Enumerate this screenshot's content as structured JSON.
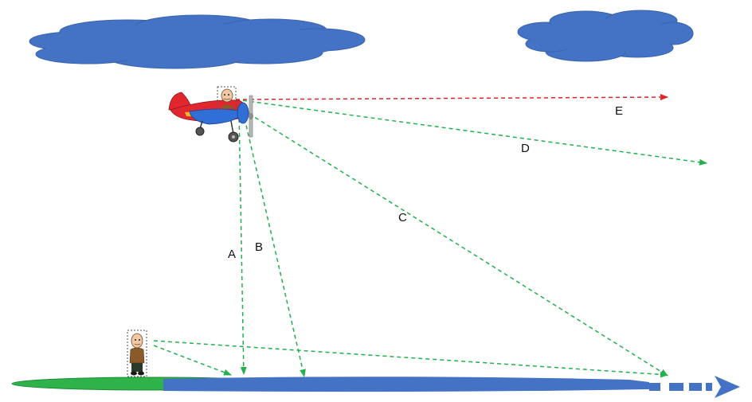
{
  "labels": {
    "a": "A",
    "b": "B",
    "c": "C",
    "d": "D",
    "e": "E"
  },
  "colors": {
    "background": "#ffffff",
    "cloud": "#4472c4",
    "ground_green": "#2db34a",
    "ground_blue": "#4472c4",
    "sight_line_green": "#22b14c",
    "sight_line_red": "#e0262b",
    "plane_body": "#e2262f",
    "plane_wing_blue": "#2f6fd6",
    "plane_stripe": "#f5b523"
  },
  "icons": {
    "cloud_left": "cloud-icon",
    "cloud_right": "cloud-icon",
    "airplane": "airplane-icon",
    "pilot": "person-icon",
    "ground_observer": "person-icon",
    "direction_arrow": "arrow-right-icon"
  }
}
